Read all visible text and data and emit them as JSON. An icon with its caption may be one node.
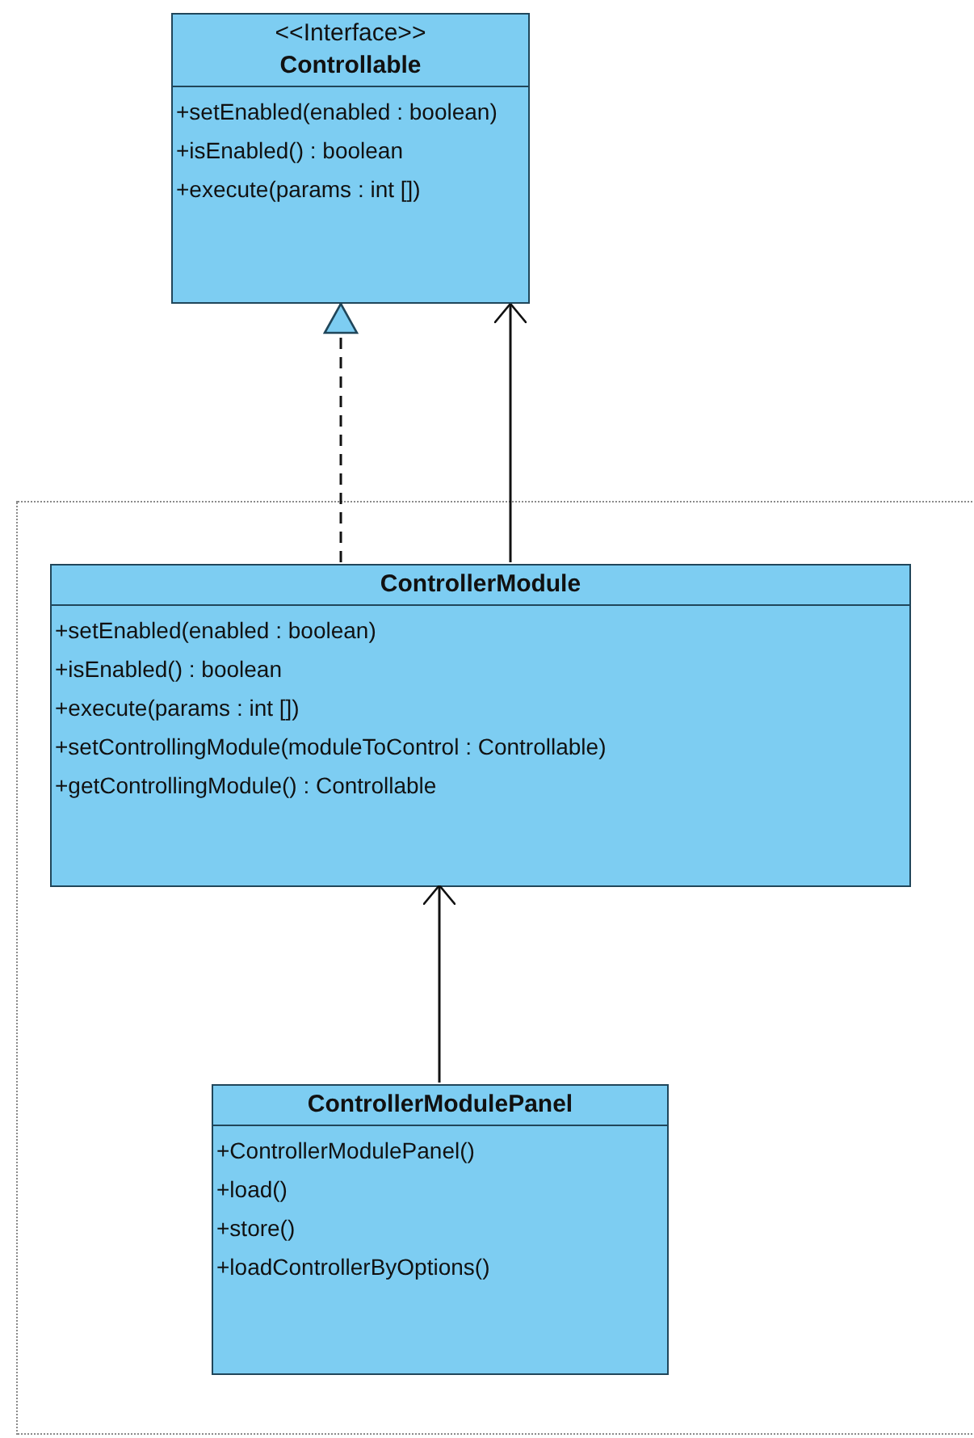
{
  "diagram": {
    "nodes": [
      {
        "text": [
          "<<Interface>>",
          "Controllable",
          "+setEnabled(enabled : boolean)",
          "+isEnabled() : boolean",
          "+execute(params : int [])"
        ]
      },
      {
        "text": [],
        "shape": "box"
      },
      {
        "text": [
          "ControllerModule",
          "+setEnabled(enabled : boolean)",
          "+isEnabled() : boolean",
          "+execute(params : int [])",
          "+setControllingModule(moduleToControl : Controllable)",
          "+getControllingModule() : Controllable"
        ],
        "in": 1
      },
      {
        "text": [
          "ControllerModulePanel",
          "+ControllerModulePanel()",
          "+load()",
          "+store()",
          "+loadControllerByOptions()"
        ],
        "in": 1
      }
    ],
    "edges": [
      {
        "from": 2,
        "to": 0,
        "arrow": "to",
        "style": "dashed"
      },
      {
        "from": 2,
        "to": 0,
        "arrow": "to"
      },
      {
        "from": 3,
        "to": 2,
        "arrow": "to"
      }
    ]
  }
}
